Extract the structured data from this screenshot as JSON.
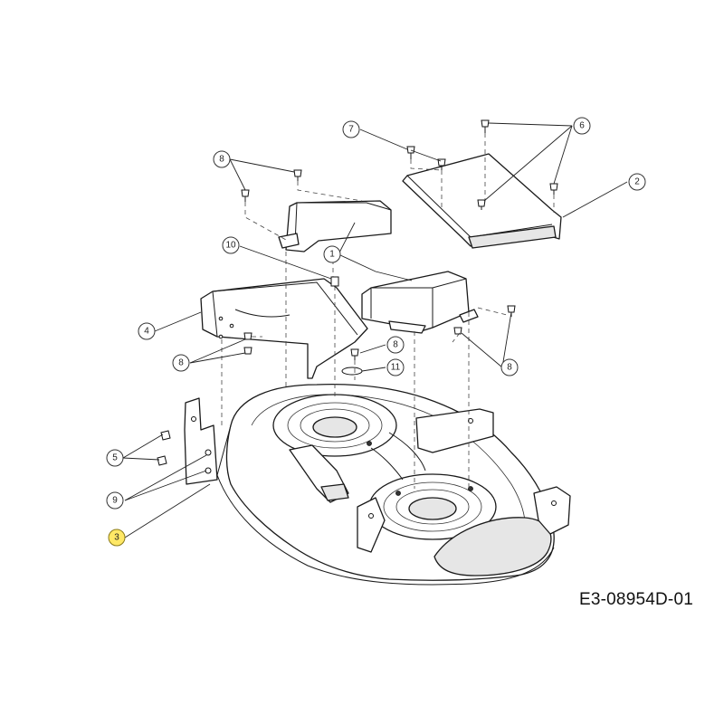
{
  "drawing": {
    "code": "E3-08954D-01"
  },
  "callouts": [
    {
      "label": "1"
    },
    {
      "label": "2"
    },
    {
      "label": "3",
      "highlighted": true
    },
    {
      "label": "4"
    },
    {
      "label": "5"
    },
    {
      "label": "6"
    },
    {
      "label": "7"
    },
    {
      "label": "8"
    },
    {
      "label": "8"
    },
    {
      "label": "8"
    },
    {
      "label": "8"
    },
    {
      "label": "9"
    },
    {
      "label": "10"
    },
    {
      "label": "11"
    }
  ],
  "colors": {
    "line": "#1a1a1a",
    "highlight": "#ffe866",
    "background": "#ffffff"
  }
}
